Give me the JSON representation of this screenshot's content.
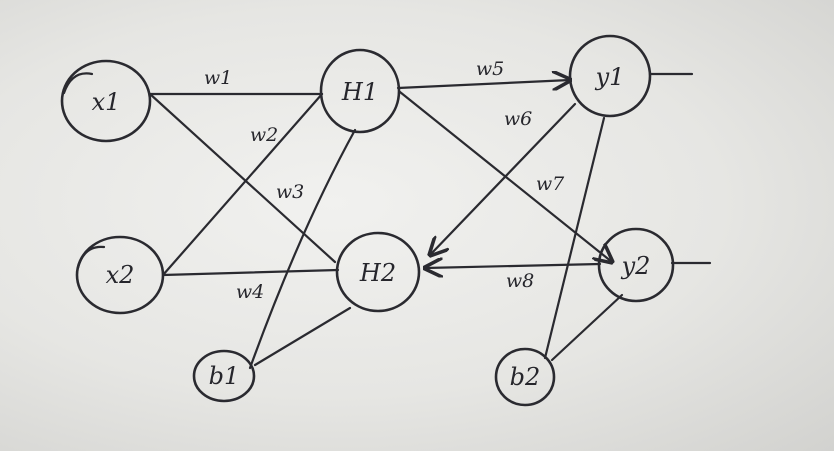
{
  "diagram": {
    "nodes": [
      {
        "id": "x1",
        "label": "x1"
      },
      {
        "id": "x2",
        "label": "x2"
      },
      {
        "id": "H1",
        "label": "H1"
      },
      {
        "id": "H2",
        "label": "H2"
      },
      {
        "id": "y1",
        "label": "y1"
      },
      {
        "id": "y2",
        "label": "y2"
      },
      {
        "id": "b1",
        "label": "b1"
      },
      {
        "id": "b2",
        "label": "b2"
      }
    ],
    "edges": [
      {
        "from": "x1",
        "to": "H1",
        "label": "w1"
      },
      {
        "from": "x2",
        "to": "H1",
        "label": "w2"
      },
      {
        "from": "x1",
        "to": "H2",
        "label": "w3"
      },
      {
        "from": "x2",
        "to": "H2",
        "label": "w4"
      },
      {
        "from": "H1",
        "to": "y1",
        "label": "w5"
      },
      {
        "from": "y1",
        "to": "H2",
        "label": "w6"
      },
      {
        "from": "H1",
        "to": "y2",
        "label": "w7"
      },
      {
        "from": "y2",
        "to": "H2",
        "label": "w8"
      },
      {
        "from": "b1",
        "to": "H1",
        "label": ""
      },
      {
        "from": "b1",
        "to": "H2",
        "label": ""
      },
      {
        "from": "b2",
        "to": "y1",
        "label": ""
      },
      {
        "from": "b2",
        "to": "y2",
        "label": ""
      }
    ],
    "outputs": [
      "y1",
      "y2"
    ]
  }
}
